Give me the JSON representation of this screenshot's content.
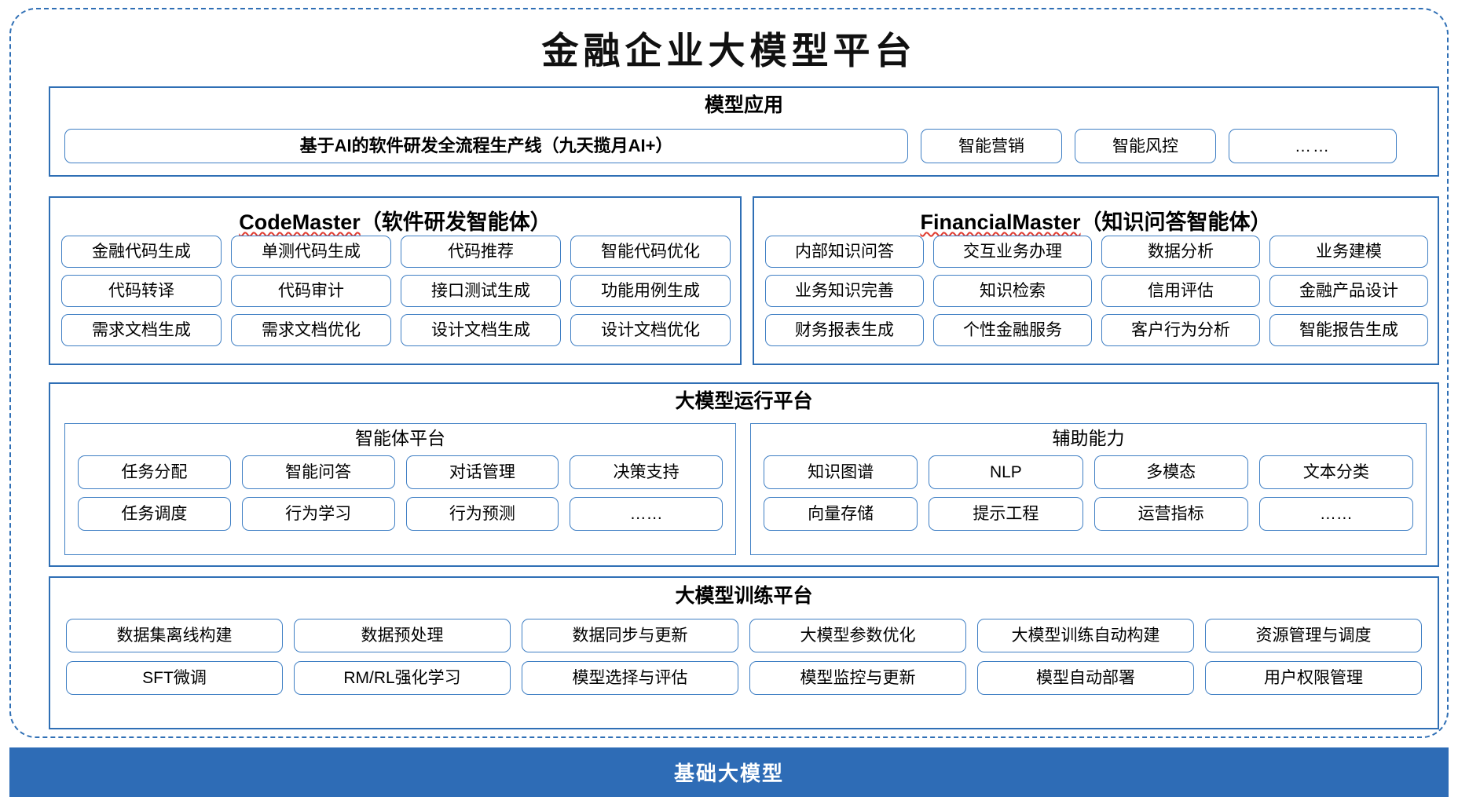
{
  "title": "金融企业大模型平台",
  "colors": {
    "accent_blue": "#2f6fb5",
    "chip_border": "#3f7fc4",
    "base_bar_bg": "#2e6cb6",
    "spellcheck_red": "#e03b2f"
  },
  "model_application": {
    "title": "模型应用",
    "main_item": "基于AI的软件研发全流程生产线（九天揽月AI+）",
    "items": [
      "智能营销",
      "智能风控"
    ],
    "ellipsis": "……"
  },
  "code_master": {
    "name": "CodeMaster",
    "suffix": "（软件研发智能体）",
    "items": [
      "金融代码生成",
      "单测代码生成",
      "代码推荐",
      "智能代码优化",
      "代码转译",
      "代码审计",
      "接口测试生成",
      "功能用例生成",
      "需求文档生成",
      "需求文档优化",
      "设计文档生成",
      "设计文档优化"
    ]
  },
  "financial_master": {
    "name": "FinancialMaster",
    "suffix": "（知识问答智能体）",
    "items": [
      "内部知识问答",
      "交互业务办理",
      "数据分析",
      "业务建模",
      "业务知识完善",
      "知识检索",
      "信用评估",
      "金融产品设计",
      "财务报表生成",
      "个性金融服务",
      "客户行为分析",
      "智能报告生成"
    ]
  },
  "run_platform": {
    "title": "大模型运行平台",
    "agent_platform": {
      "title": "智能体平台",
      "items": [
        "任务分配",
        "智能问答",
        "对话管理",
        "决策支持",
        "任务调度",
        "行为学习",
        "行为预测",
        "……"
      ]
    },
    "auxiliary": {
      "title": "辅助能力",
      "items": [
        "知识图谱",
        "NLP",
        "多模态",
        "文本分类",
        "向量存储",
        "提示工程",
        "运营指标",
        "……"
      ]
    }
  },
  "train_platform": {
    "title": "大模型训练平台",
    "items": [
      "数据集离线构建",
      "数据预处理",
      "数据同步与更新",
      "大模型参数优化",
      "大模型训练自动构建",
      "资源管理与调度",
      "SFT微调",
      "RM/RL强化学习",
      "模型选择与评估",
      "模型监控与更新",
      "模型自动部署",
      "用户权限管理"
    ]
  },
  "base_model": {
    "label": "基础大模型"
  }
}
